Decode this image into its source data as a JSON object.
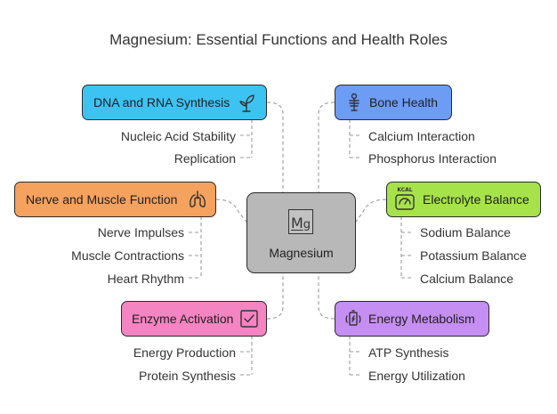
{
  "title": "Magnesium: Essential Functions and Health Roles",
  "center": {
    "symbol_main": "M",
    "symbol_sub": "g",
    "label": "Magnesium",
    "color": "#b8b8b8"
  },
  "branches": {
    "dna": {
      "label": "DNA and RNA Synthesis",
      "color": "#3cc3f2",
      "icon": "sprout-icon",
      "items": [
        "Nucleic Acid Stability",
        "Replication"
      ]
    },
    "nerve": {
      "label": "Nerve and Muscle Function",
      "color": "#f5a25e",
      "icon": "lungs-icon",
      "items": [
        "Nerve Impulses",
        "Muscle Contractions",
        "Heart Rhythm"
      ]
    },
    "enzyme": {
      "label": "Enzyme Activation",
      "color": "#f584c2",
      "icon": "checkbox-icon",
      "items": [
        "Energy Production",
        "Protein Synthesis"
      ]
    },
    "bone": {
      "label": "Bone Health",
      "color": "#6d9cf5",
      "icon": "skeleton-icon",
      "items": [
        "Calcium Interaction",
        "Phosphorus Interaction"
      ]
    },
    "electrolyte": {
      "label": "Electrolyte Balance",
      "color": "#a6e34a",
      "icon": "kcal-scale-icon",
      "icon_text": "KCAL",
      "items": [
        "Sodium Balance",
        "Potassium Balance",
        "Calcium Balance"
      ]
    },
    "energy": {
      "label": "Energy Metabolism",
      "color": "#c58ef2",
      "icon": "battery-cycle-icon",
      "items": [
        "ATP Synthesis",
        "Energy Utilization"
      ]
    }
  }
}
